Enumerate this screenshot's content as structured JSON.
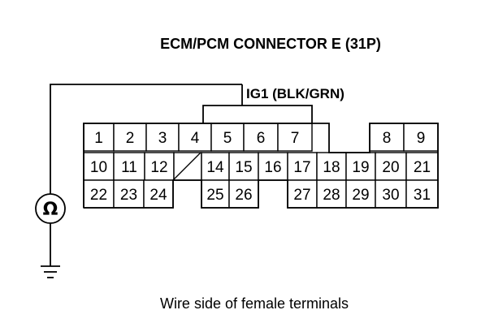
{
  "diagram": {
    "title": "ECM/PCM CONNECTOR E (31P)",
    "wire_label": "IG1 (BLK/GRN)",
    "caption": "Wire side of female terminals",
    "meter_symbol": "Ω",
    "meter_icon": "ohmmeter-icon",
    "ground_icon": "ground-icon",
    "measured_terminals": [
      "4",
      "7"
    ],
    "blank_positions": [
      "13"
    ],
    "connector": {
      "row1": [
        "1",
        "2",
        "3",
        "4",
        "5",
        "6",
        "7",
        "8",
        "9"
      ],
      "row2": [
        "10",
        "11",
        "12",
        "14",
        "15",
        "16",
        "17",
        "18",
        "19",
        "20",
        "21"
      ],
      "row3": [
        "22",
        "23",
        "24",
        "25",
        "26",
        "27",
        "28",
        "29",
        "30",
        "31"
      ]
    }
  }
}
